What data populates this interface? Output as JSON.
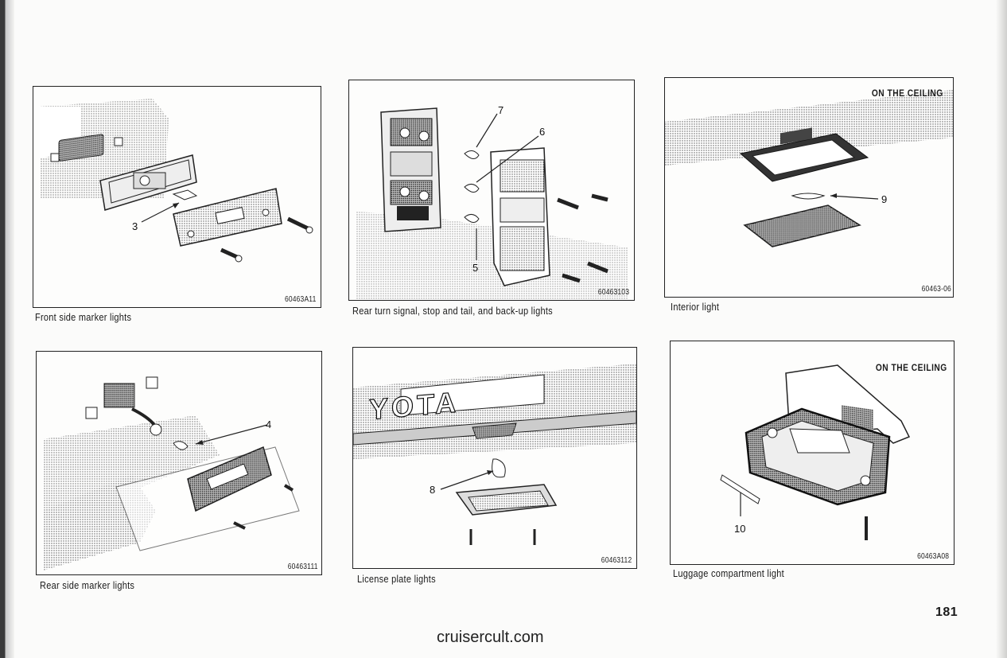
{
  "panels": [
    {
      "caption": "Front side marker lights",
      "code": "60463A11",
      "callouts": [
        "3"
      ]
    },
    {
      "caption": "Rear turn signal, stop and tail, and back-up lights",
      "code": "60463103",
      "callouts": [
        "7",
        "6",
        "5"
      ]
    },
    {
      "caption": "Interior light",
      "code": "60463-06",
      "note": "ON THE CEILING",
      "callouts": [
        "9"
      ]
    },
    {
      "caption": "Rear side marker lights",
      "code": "60463111",
      "callouts": [
        "4"
      ]
    },
    {
      "caption": "License plate lights",
      "code": "60463112",
      "callouts": [
        "8"
      ],
      "plate_text": "YOTA"
    },
    {
      "caption": "Luggage compartment light",
      "code": "60463A08",
      "note": "ON THE CEILING",
      "callouts": [
        "10"
      ]
    }
  ],
  "page_number": "181",
  "watermark": "cruisercult.com"
}
